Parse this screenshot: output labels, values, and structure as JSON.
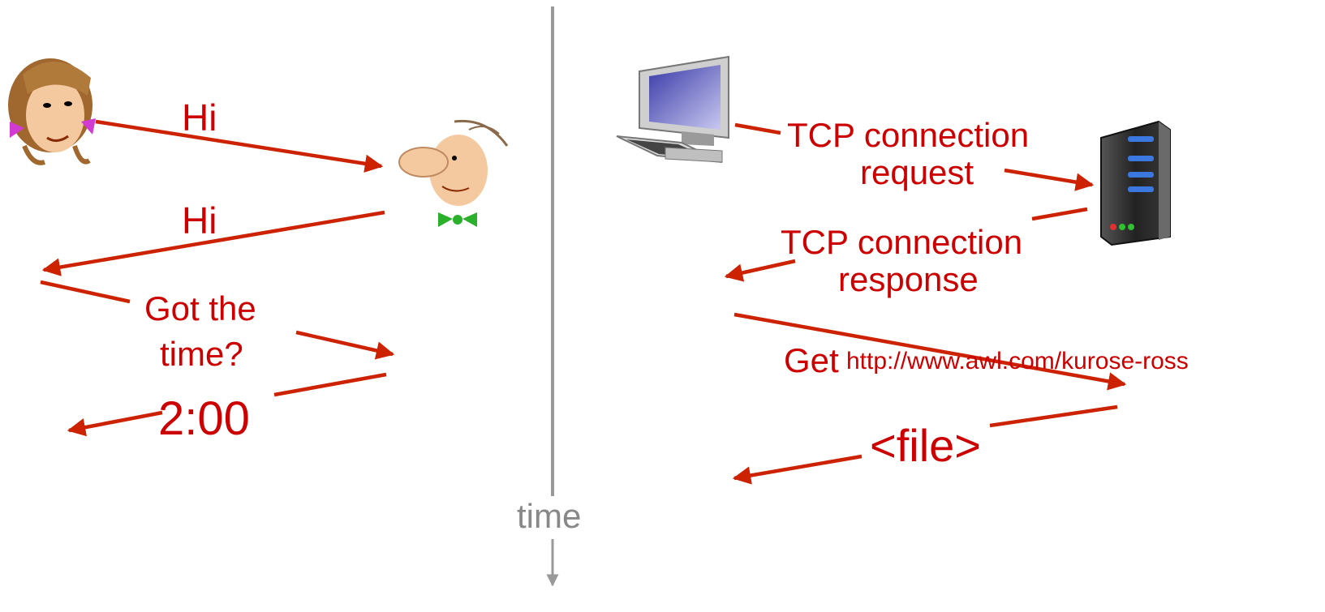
{
  "human": {
    "msg_hi_1": "Hi",
    "msg_hi_2": "Hi",
    "msg_got_time_1": "Got the",
    "msg_got_time_2": "time?",
    "msg_time_reply": "2:00"
  },
  "network": {
    "msg_tcp_req_1": "TCP connection",
    "msg_tcp_req_2": "request",
    "msg_tcp_resp_1": "TCP connection",
    "msg_tcp_resp_2": "response",
    "msg_get": "Get",
    "msg_url": "http://www.awl.com/kurose-ross",
    "msg_file": "<file>"
  },
  "timeline": {
    "label": "time"
  },
  "icons": [
    "woman-avatar-icon",
    "man-avatar-icon",
    "desktop-computer-icon",
    "server-tower-icon"
  ],
  "colors": {
    "arrow": "#cc2200",
    "text": "#cc0000",
    "timeline": "#999999"
  }
}
